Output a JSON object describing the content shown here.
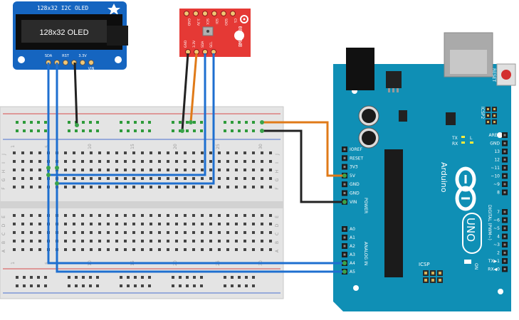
{
  "oled": {
    "title": "128x32 I2C OLED",
    "screen_text": "128x32 OLED",
    "pins": [
      "SDA",
      "RST",
      "3.3V",
      "VIN"
    ],
    "board_color": "#1565c0"
  },
  "bme": {
    "name": "BME 280",
    "top_pins": [
      "GND",
      "3.3V",
      "SCK",
      "SDI",
      "SDO",
      "CS"
    ],
    "bottom_pins": [
      "GND",
      "3.3V",
      "SDA",
      "SCL"
    ],
    "board_color": "#e53935"
  },
  "breadboard": {
    "row_letters": [
      "J",
      "I",
      "H",
      "G",
      "F",
      "E",
      "D",
      "C",
      "B",
      "A"
    ],
    "col_numbers": [
      "1",
      "5",
      "10",
      "15",
      "20",
      "25",
      "30"
    ]
  },
  "arduino": {
    "brand": "Arduino",
    "model": "UNO",
    "reset_label": "RESET",
    "icsp2_label": "ICSP2",
    "icsp_label": "ICSP",
    "on_label": "ON",
    "l_label": "L",
    "tx_label": "TX",
    "rx_label": "RX",
    "power_header_label": "POWER",
    "analog_header_label": "ANALOG IN",
    "digital_header_label": "DIGITAL (PWM~)",
    "power_pins": [
      "IOREF",
      "RESET",
      "3V3",
      "5V",
      "GND",
      "GND",
      "VIN"
    ],
    "analog_pins": [
      "A0",
      "A1",
      "A2",
      "A3",
      "A4",
      "A5"
    ],
    "digital_top_pins": [
      "AREF",
      "GND",
      "13",
      "12",
      "~11",
      "~10",
      "~9",
      "8"
    ],
    "digital_bottom_pins": [
      "7",
      "~6",
      "~5",
      "4",
      "~3",
      "2",
      "TX▶1",
      "RX◀0"
    ],
    "board_color": "#0f8fb5"
  },
  "wire_colors": {
    "sda_scl": "#1e6fd0",
    "power": "#e07a18",
    "ground": "#222222"
  }
}
